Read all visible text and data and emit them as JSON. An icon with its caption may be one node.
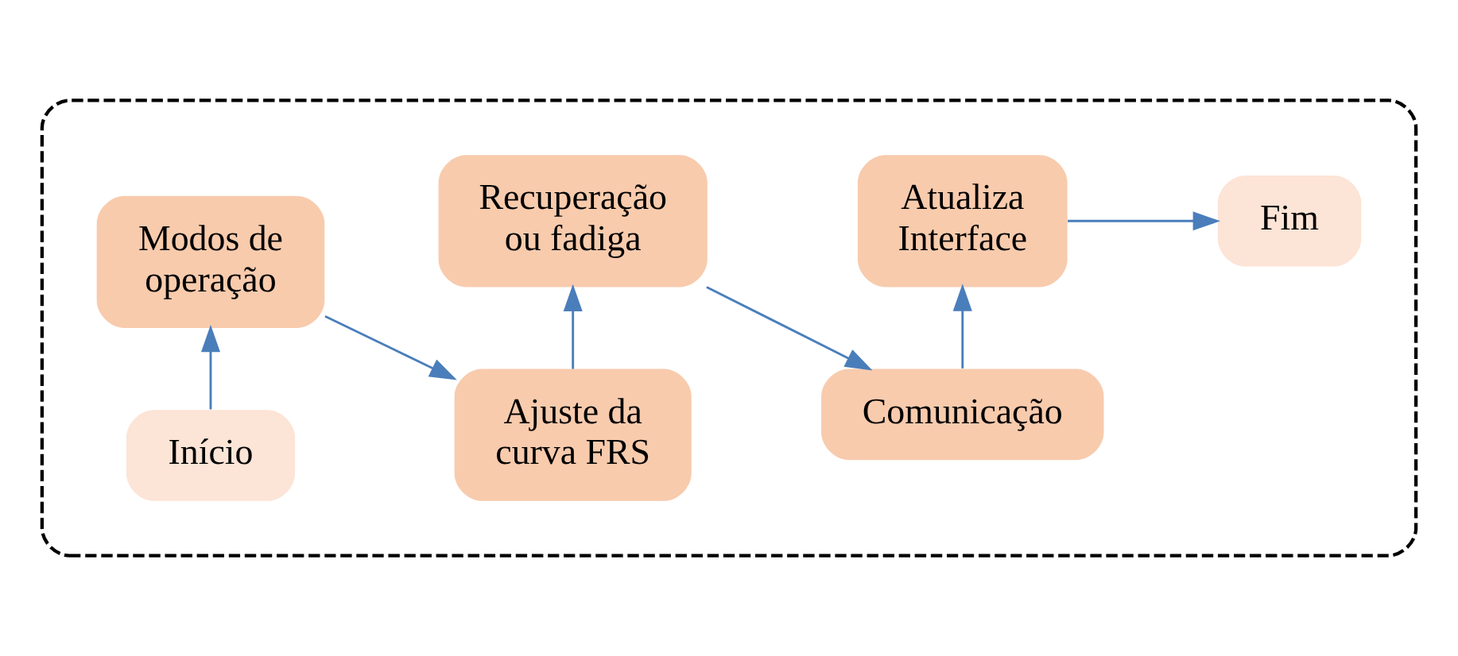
{
  "diagram": {
    "nodes": [
      {
        "text": [],
        "shape": "box"
      },
      {
        "text": [
          "Início"
        ],
        "in": 0
      },
      {
        "text": [
          "Modos de operação"
        ],
        "in": 0
      },
      {
        "text": [
          "Ajuste da curva FRS"
        ],
        "in": 0
      },
      {
        "text": [
          "Recuperação ou fadiga"
        ],
        "in": 0
      },
      {
        "text": [
          "Comunicação"
        ],
        "in": 0
      },
      {
        "text": [
          "Atualiza Interface"
        ],
        "in": 0
      },
      {
        "text": [
          "Fim"
        ],
        "in": 0
      }
    ],
    "edges": [
      {
        "from": 1,
        "to": 2,
        "arrow": "to"
      },
      {
        "from": 2,
        "to": 3,
        "arrow": "to"
      },
      {
        "from": 3,
        "to": 4,
        "arrow": "to"
      },
      {
        "from": 4,
        "to": 5,
        "arrow": "to"
      },
      {
        "from": 5,
        "to": 6,
        "arrow": "to"
      },
      {
        "from": 6,
        "to": 7,
        "arrow": "to"
      }
    ]
  }
}
